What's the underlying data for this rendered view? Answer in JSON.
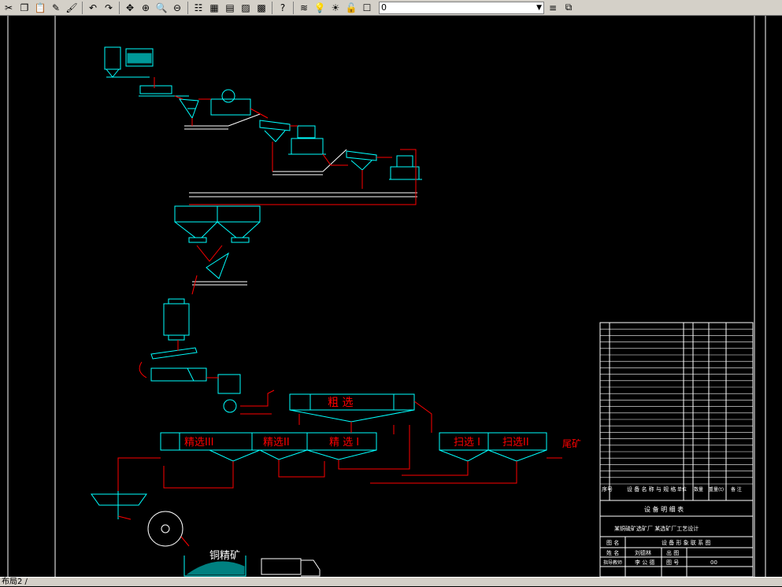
{
  "toolbar": {
    "layer_value": "0",
    "buttons": [
      "scissors-icon",
      "copy-icon",
      "paste-icon",
      "brush-icon",
      "match-prop-icon",
      "undo-icon",
      "redo-icon",
      "pan-icon",
      "zoom-realtime-icon",
      "zoom-window-icon",
      "zoom-prev-icon",
      "properties-icon",
      "design-center-icon",
      "tool-palette-icon",
      "markup-icon",
      "calc-icon",
      "help-icon",
      "layers-icon"
    ]
  },
  "drawing": {
    "flotation_labels": {
      "rough": "粗  选",
      "clean3": "精选III",
      "clean2": "精选II",
      "clean1": "精 选 I",
      "scav1": "扫选 I",
      "scav2": "扫选II"
    },
    "tailings_label": "尾矿",
    "concentrate_label": "铜精矿",
    "title_block": {
      "table_title": "设 备 明 细 表",
      "project_title": "某铜硫矿选矿厂 某选矿厂工艺设计",
      "drawing_name_label": "图 名",
      "drawing_name": "设 备 形 象 联 系 图",
      "name_label": "姓 名",
      "name_value": "刘德林",
      "date_label": "出 图",
      "checker_label": "指导教师",
      "checker_value": "李 公 德",
      "sheet_label": "图 号",
      "sheet_value": "00",
      "header_cols": [
        "序号",
        "设 备 名 称 与 规 格",
        "单位",
        "数量",
        "重量(t)",
        "备 注"
      ]
    }
  },
  "status": {
    "layout_tab": "布局2 /"
  },
  "colors": {
    "cyan": "#00ffff",
    "red": "#ff0000",
    "white": "#ffffff",
    "gray": "#808080"
  }
}
